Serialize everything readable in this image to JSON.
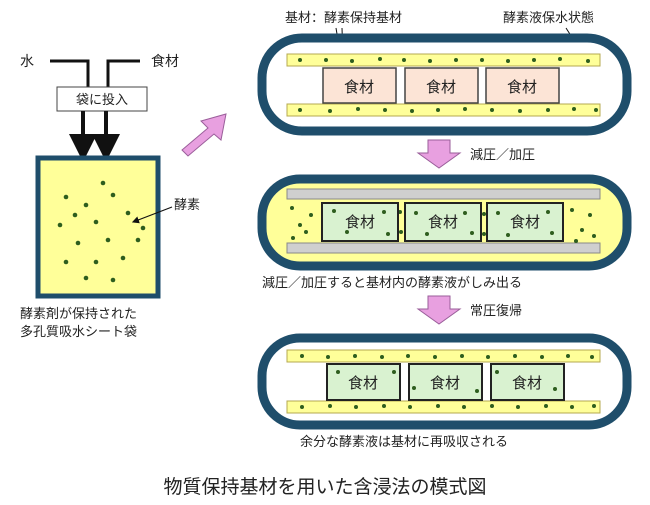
{
  "left": {
    "water_label": "水",
    "food_label": "食材",
    "bag_step_label": "袋に投入",
    "enzyme_label": "酵素",
    "caption_line1": "酵素剤が保持された",
    "caption_line2": "多孔質吸水シート袋"
  },
  "top_tube": {
    "base_label": "基材：酵素保持基材",
    "state_label": "酵素液保水状態",
    "items": [
      "食材",
      "食材",
      "食材"
    ]
  },
  "step1": {
    "label": "減圧／加圧"
  },
  "middle_tube": {
    "items": [
      "食材",
      "食材",
      "食材"
    ],
    "caption": "減圧／加圧すると基材内の酵素液がしみ出る"
  },
  "step2": {
    "label": "常圧復帰"
  },
  "bottom_tube": {
    "items": [
      "食材",
      "食材",
      "食材"
    ],
    "caption": "余分な酵素液は基材に再吸収される"
  },
  "title": "物質保持基材を用いた含浸法の模式図",
  "colors": {
    "tube_frame": "#1f4e6b",
    "base_yellow": "#ffff99",
    "food_pink": "#fce4d6",
    "food_green": "#d9f2d0",
    "gray_base": "#cfcfcf",
    "arrow_pink": "#e8a0e0",
    "dot": "#2e5e1e"
  }
}
